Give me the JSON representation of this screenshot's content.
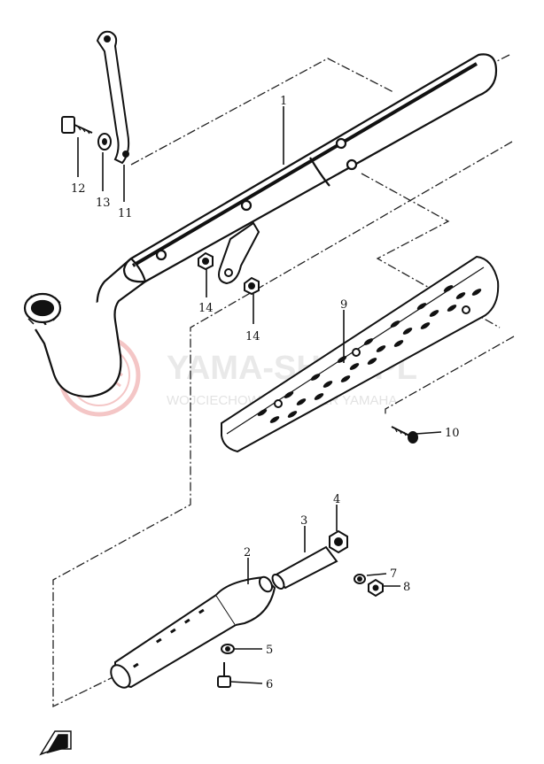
{
  "watermark": {
    "title": "YAMA-SHOP.PL",
    "subtitle": "WOJCIECHOWSKI DEALER YAMAHA",
    "logo_color": "#f2b8b8"
  },
  "callouts": {
    "c1": "1",
    "c2": "2",
    "c3": "3",
    "c4": "4",
    "c5": "5",
    "c6": "6",
    "c7": "7",
    "c8": "8",
    "c9": "9",
    "c10": "10",
    "c11": "11",
    "c12": "12",
    "c13": "13",
    "c14a": "14",
    "c14b": "14"
  },
  "colors": {
    "ink": "#111111",
    "watermark": "#e9e9e9"
  }
}
